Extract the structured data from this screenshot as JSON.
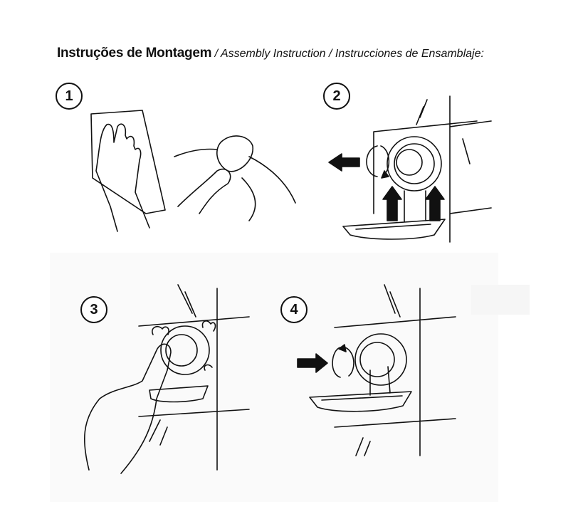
{
  "title": {
    "main": "Instruções de Montagem",
    "sep1": " / ",
    "english": "Assembly Instruction",
    "sep2": " / ",
    "spanish": "Instrucciones de Ensamblaje:"
  },
  "steps": [
    {
      "number": "1"
    },
    {
      "number": "2"
    },
    {
      "number": "3"
    },
    {
      "number": "4"
    }
  ]
}
